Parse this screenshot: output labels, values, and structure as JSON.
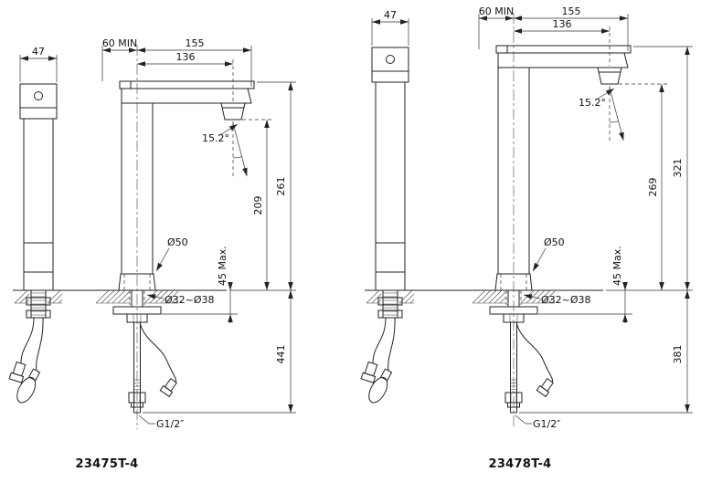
{
  "drawing": {
    "background": "#ffffff",
    "line_color": "#222222"
  },
  "left": {
    "model": "23475T-4",
    "dims": {
      "side_width": "47",
      "min_clearance": "60 MIN",
      "reach_total": "155",
      "reach_spout": "136",
      "angle": "15.2°",
      "height_total": "261",
      "height_spout": "209",
      "base_dia": "Ø50",
      "deck_max": "45 Max.",
      "hole_dia": "Ø32~Ø38",
      "below_deck": "441",
      "thread": "G1/2″"
    }
  },
  "right": {
    "model": "23478T-4",
    "dims": {
      "side_width": "47",
      "min_clearance": "60 MIN",
      "reach_total": "155",
      "reach_spout": "136",
      "angle": "15.2°",
      "height_total": "321",
      "height_spout": "269",
      "base_dia": "Ø50",
      "deck_max": "45 Max.",
      "hole_dia": "Ø32~Ø38",
      "below_deck": "381",
      "thread": "G1/2″"
    }
  }
}
